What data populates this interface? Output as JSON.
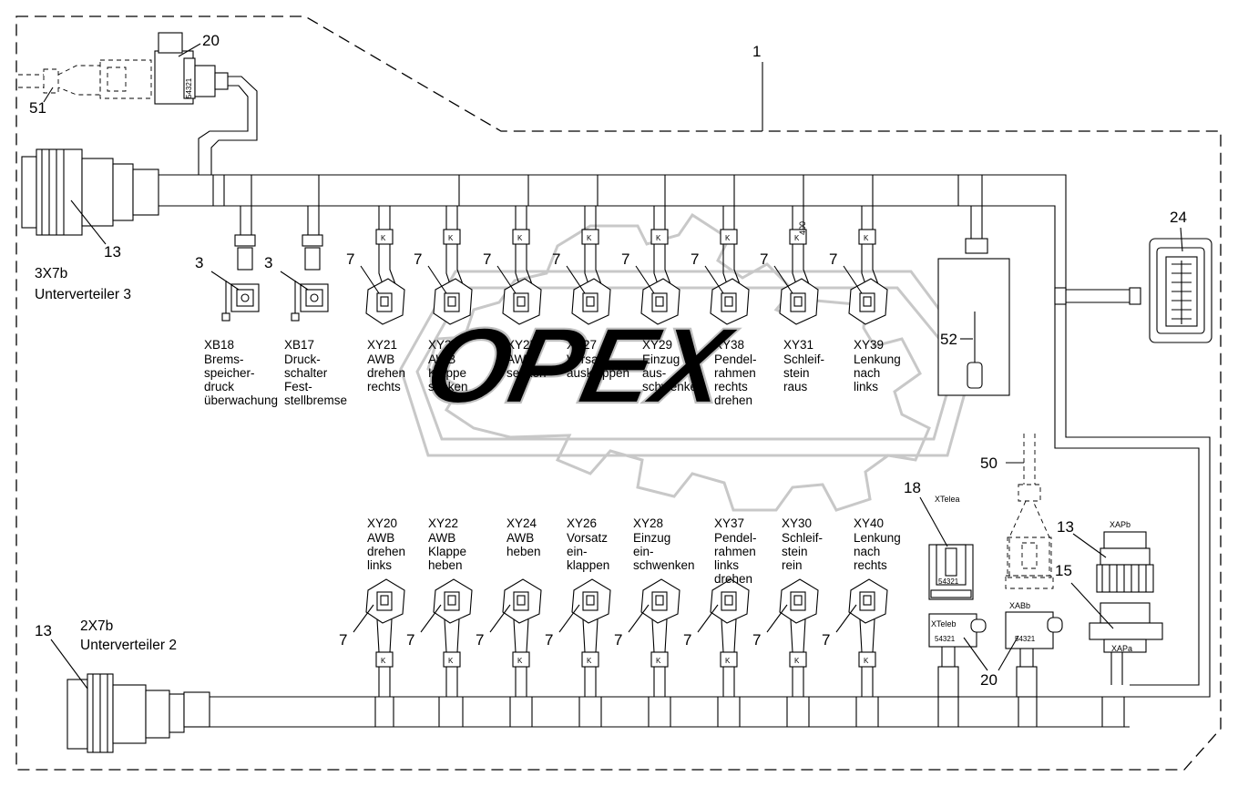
{
  "callouts": {
    "c1": "1",
    "c20_top": "20",
    "c51": "51",
    "c13_top": "13",
    "c3_a": "3",
    "c3_b": "3",
    "c24": "24",
    "c52": "52",
    "c50": "50",
    "c18": "18",
    "c13_right": "13",
    "c15": "15",
    "c20_bottom": "20",
    "c13_bottom": "13",
    "c7": "7"
  },
  "harness_labels": {
    "top_code": "3X7b",
    "top_name": "Unterverteiler 3",
    "bottom_code": "2X7b",
    "bottom_name": "Unterverteiler 2"
  },
  "small_labels": {
    "xtelea": "XTelea",
    "xapb": "XAPb",
    "xabb": "XABb",
    "xteleb": "XTeleb",
    "xapa": "XAPa",
    "pins": "54321",
    "wire_400": "400",
    "k": "K"
  },
  "top_connectors": [
    {
      "code": "XB18",
      "lines": [
        "Brems-",
        "speicher-",
        "druck",
        "überwachung"
      ]
    },
    {
      "code": "XB17",
      "lines": [
        "Druck-",
        "schalter",
        "Fest-",
        "stellbremse"
      ]
    },
    {
      "code": "XY21",
      "lines": [
        "AWB",
        "drehen",
        "rechts"
      ]
    },
    {
      "code": "XY23",
      "lines": [
        "AWB",
        "Klappe",
        "senken"
      ]
    },
    {
      "code": "XY25",
      "lines": [
        "AWB",
        "senken"
      ]
    },
    {
      "code": "XY27",
      "lines": [
        "Vorsatz",
        "ausklappen"
      ]
    },
    {
      "code": "XY29",
      "lines": [
        "Einzug",
        "aus-",
        "schwenken"
      ]
    },
    {
      "code": "XY38",
      "lines": [
        "Pendel-",
        "rahmen",
        "rechts",
        "drehen"
      ]
    },
    {
      "code": "XY31",
      "lines": [
        "Schleif-",
        "stein",
        "raus"
      ]
    },
    {
      "code": "XY39",
      "lines": [
        "Lenkung",
        "nach",
        "links"
      ]
    }
  ],
  "bottom_connectors": [
    {
      "code": "XY20",
      "lines": [
        "AWB",
        "drehen",
        "links"
      ]
    },
    {
      "code": "XY22",
      "lines": [
        "AWB",
        "Klappe",
        "heben"
      ]
    },
    {
      "code": "XY24",
      "lines": [
        "AWB",
        "heben"
      ]
    },
    {
      "code": "XY26",
      "lines": [
        "Vorsatz",
        "ein-",
        "klappen"
      ]
    },
    {
      "code": "XY28",
      "lines": [
        "Einzug",
        "ein-",
        "schwenken"
      ]
    },
    {
      "code": "XY37",
      "lines": [
        "Pendel-",
        "rahmen",
        "links",
        "drehen"
      ]
    },
    {
      "code": "XY30",
      "lines": [
        "Schleif-",
        "stein",
        "rein"
      ]
    },
    {
      "code": "XY40",
      "lines": [
        "Lenkung",
        "nach",
        "rechts"
      ]
    }
  ],
  "watermark": "OPEX"
}
